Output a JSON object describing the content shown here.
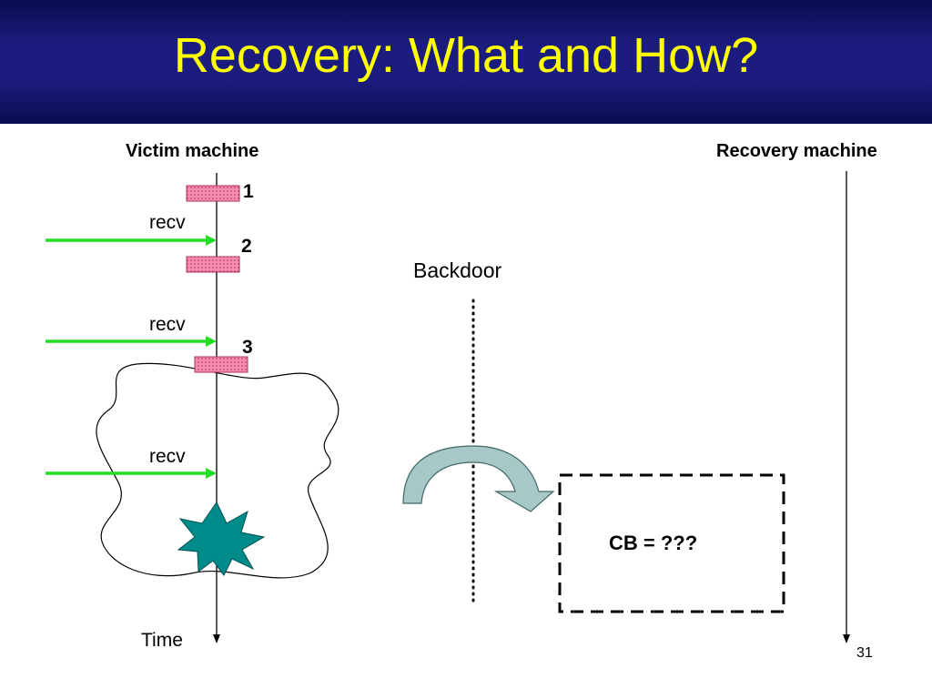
{
  "slide": {
    "title": "Recovery: What and How?",
    "page_number": "31"
  },
  "diagram": {
    "victim_label": "Victim machine",
    "recovery_label": "Recovery machine",
    "time_label": "Time",
    "recv_labels": [
      "recv",
      "recv",
      "recv"
    ],
    "checkpoints": [
      "1",
      "2",
      "3"
    ],
    "backdoor_label": "Backdoor",
    "cb_label": "CB = ???"
  },
  "colors": {
    "header_dark": "#0b0b50",
    "header_mid": "#1c1c7e",
    "title": "#ffff00",
    "recv_arrow": "#22dd22",
    "checkpoint_fill": "#f080a8",
    "explosion": "#008b8b",
    "curved_arrow": "#a8c8c8"
  }
}
